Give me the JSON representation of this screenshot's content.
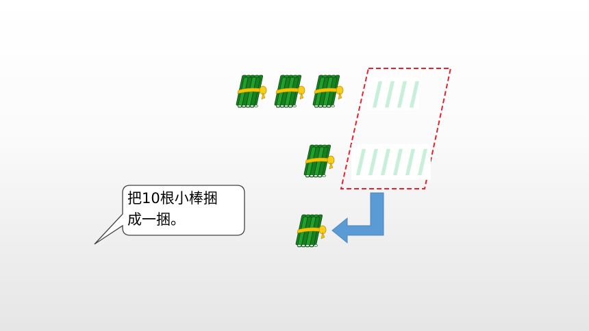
{
  "speech_bubble": {
    "line1": "把10根小棒捆",
    "line2": "成一捆。"
  },
  "bundles": {
    "top_row_count": 3,
    "middle_count": 1,
    "result_count": 1
  },
  "loose_sticks": {
    "top_group_count": 4,
    "bottom_group_count": 6
  },
  "colors": {
    "stick_green": "#17801f",
    "tie_yellow": "#f3c200",
    "loose_stick": "#c8efd9",
    "dashed_frame": "#e8202a",
    "arrow": "#5b9bd5"
  }
}
